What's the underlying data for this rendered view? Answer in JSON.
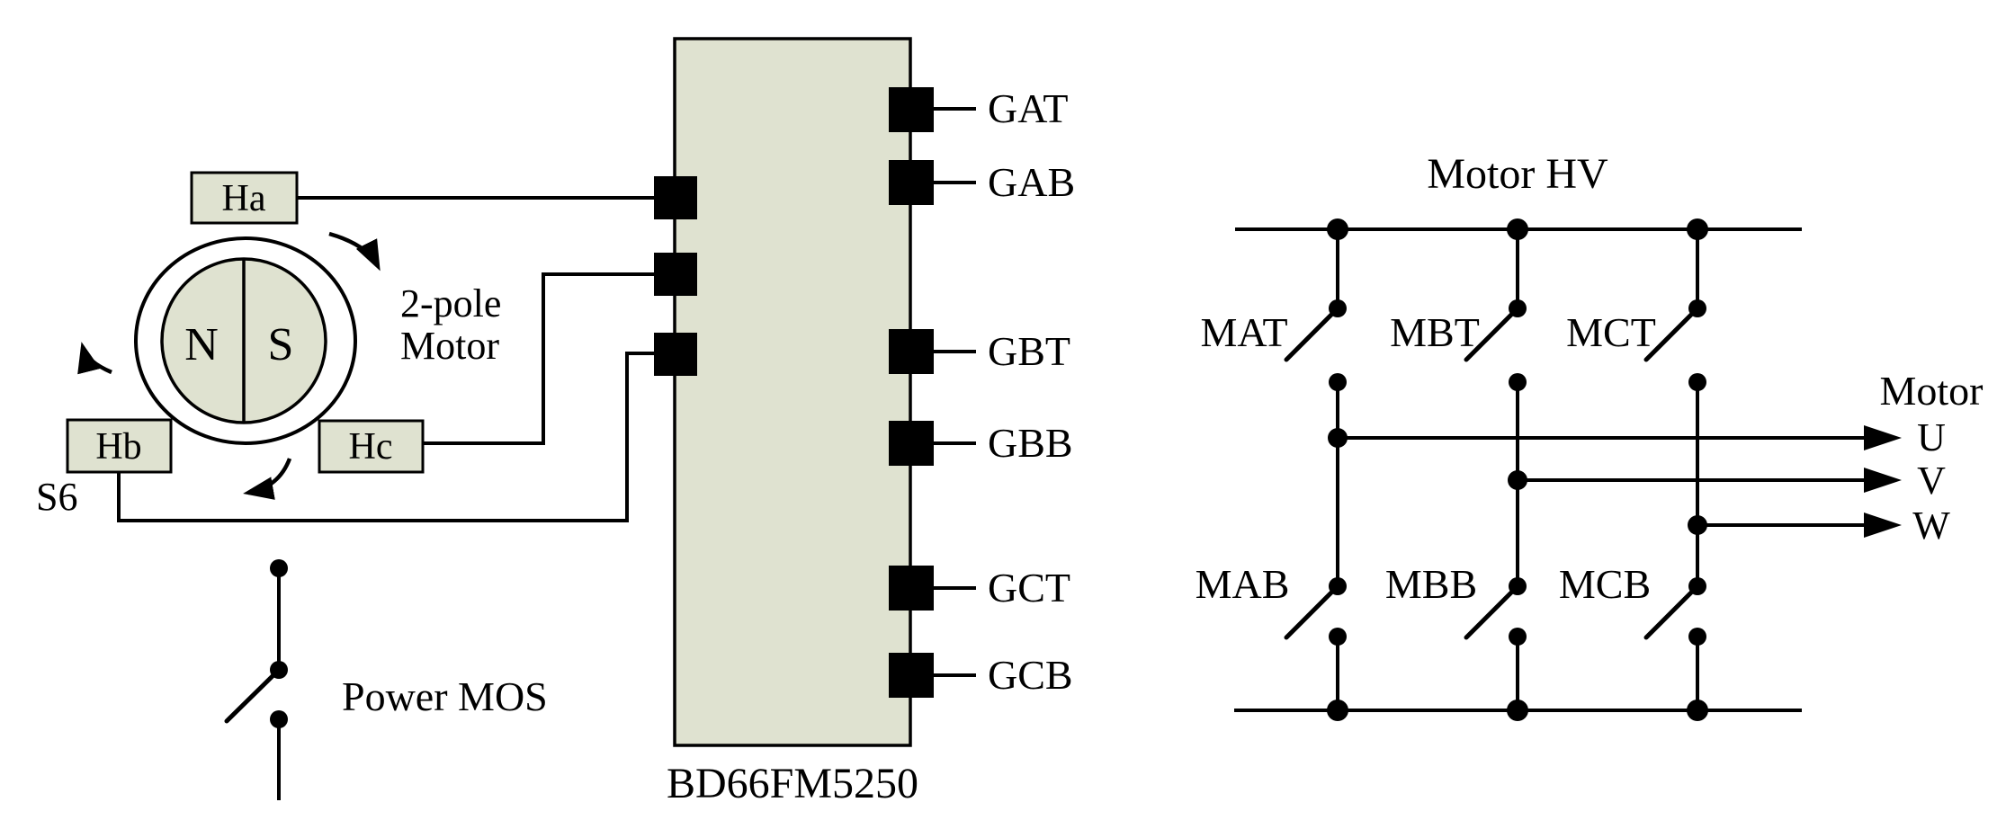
{
  "diagram": {
    "motor_section": {
      "hall_sensors": {
        "a": "Ha",
        "b": "Hb",
        "c": "Hc"
      },
      "pole_labels": {
        "north": "N",
        "south": "S"
      },
      "motor_type_line1": "2-pole",
      "motor_type_line2": "Motor",
      "hall_switch_label": "S6",
      "power_switch_label": "Power MOS"
    },
    "ic": {
      "part_number": "BD66FM5250",
      "right_pins": [
        "GAT",
        "GAB",
        "GBT",
        "GBB",
        "GCT",
        "GCB"
      ]
    },
    "bridge": {
      "supply_label": "Motor HV",
      "high_side_switches": [
        "MAT",
        "MBT",
        "MCT"
      ],
      "low_side_switches": [
        "MAB",
        "MBB",
        "MCB"
      ],
      "output_label": "Motor",
      "phases": [
        "U",
        "V",
        "W"
      ]
    },
    "colors": {
      "block_fill": "#dfe2d0",
      "line": "#000000",
      "background": "#ffffff"
    }
  }
}
